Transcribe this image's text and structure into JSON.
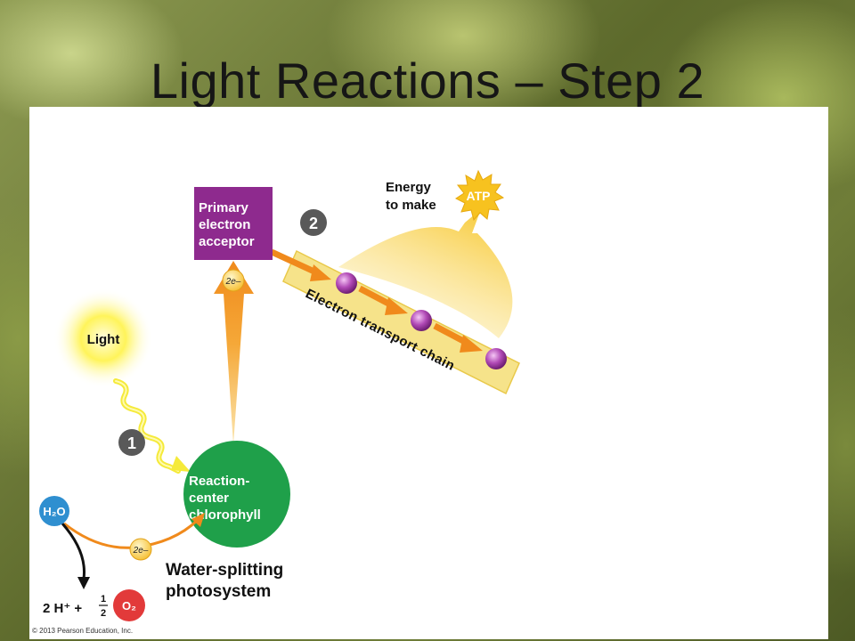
{
  "slide": {
    "title": "Light Reactions – Step 2"
  },
  "diagram": {
    "primary_acceptor": [
      "Primary",
      "electron",
      "acceptor"
    ],
    "energy_label": [
      "Energy",
      "to make"
    ],
    "atp": "ATP",
    "step_1": "1",
    "step_2": "2",
    "etc_label": "Electron transport chain",
    "light": "Light",
    "reaction_center": [
      "Reaction-",
      "center",
      "chlorophyll"
    ],
    "electrons_top": "2e–",
    "electrons_bottom": "2e–",
    "water_formula": "H₂O",
    "products_h": "2 H⁺ +",
    "half_num": "1",
    "half_den": "2",
    "oxygen_formula": "O₂",
    "photosystem_label": [
      "Water-splitting",
      "photosystem"
    ]
  },
  "footer": {
    "copyright": "© 2013 Pearson Education, Inc."
  },
  "colors": {
    "acceptor": "#8e2a8e",
    "chlorophyll": "#1fa04a",
    "etc_band": "#f6e38a",
    "light_glow": "#fff23a",
    "arrow_orange": "#f08a1c",
    "atp_star": "#f7c21f",
    "oxygen": "#e23a3a",
    "water": "#2f8fd0"
  }
}
